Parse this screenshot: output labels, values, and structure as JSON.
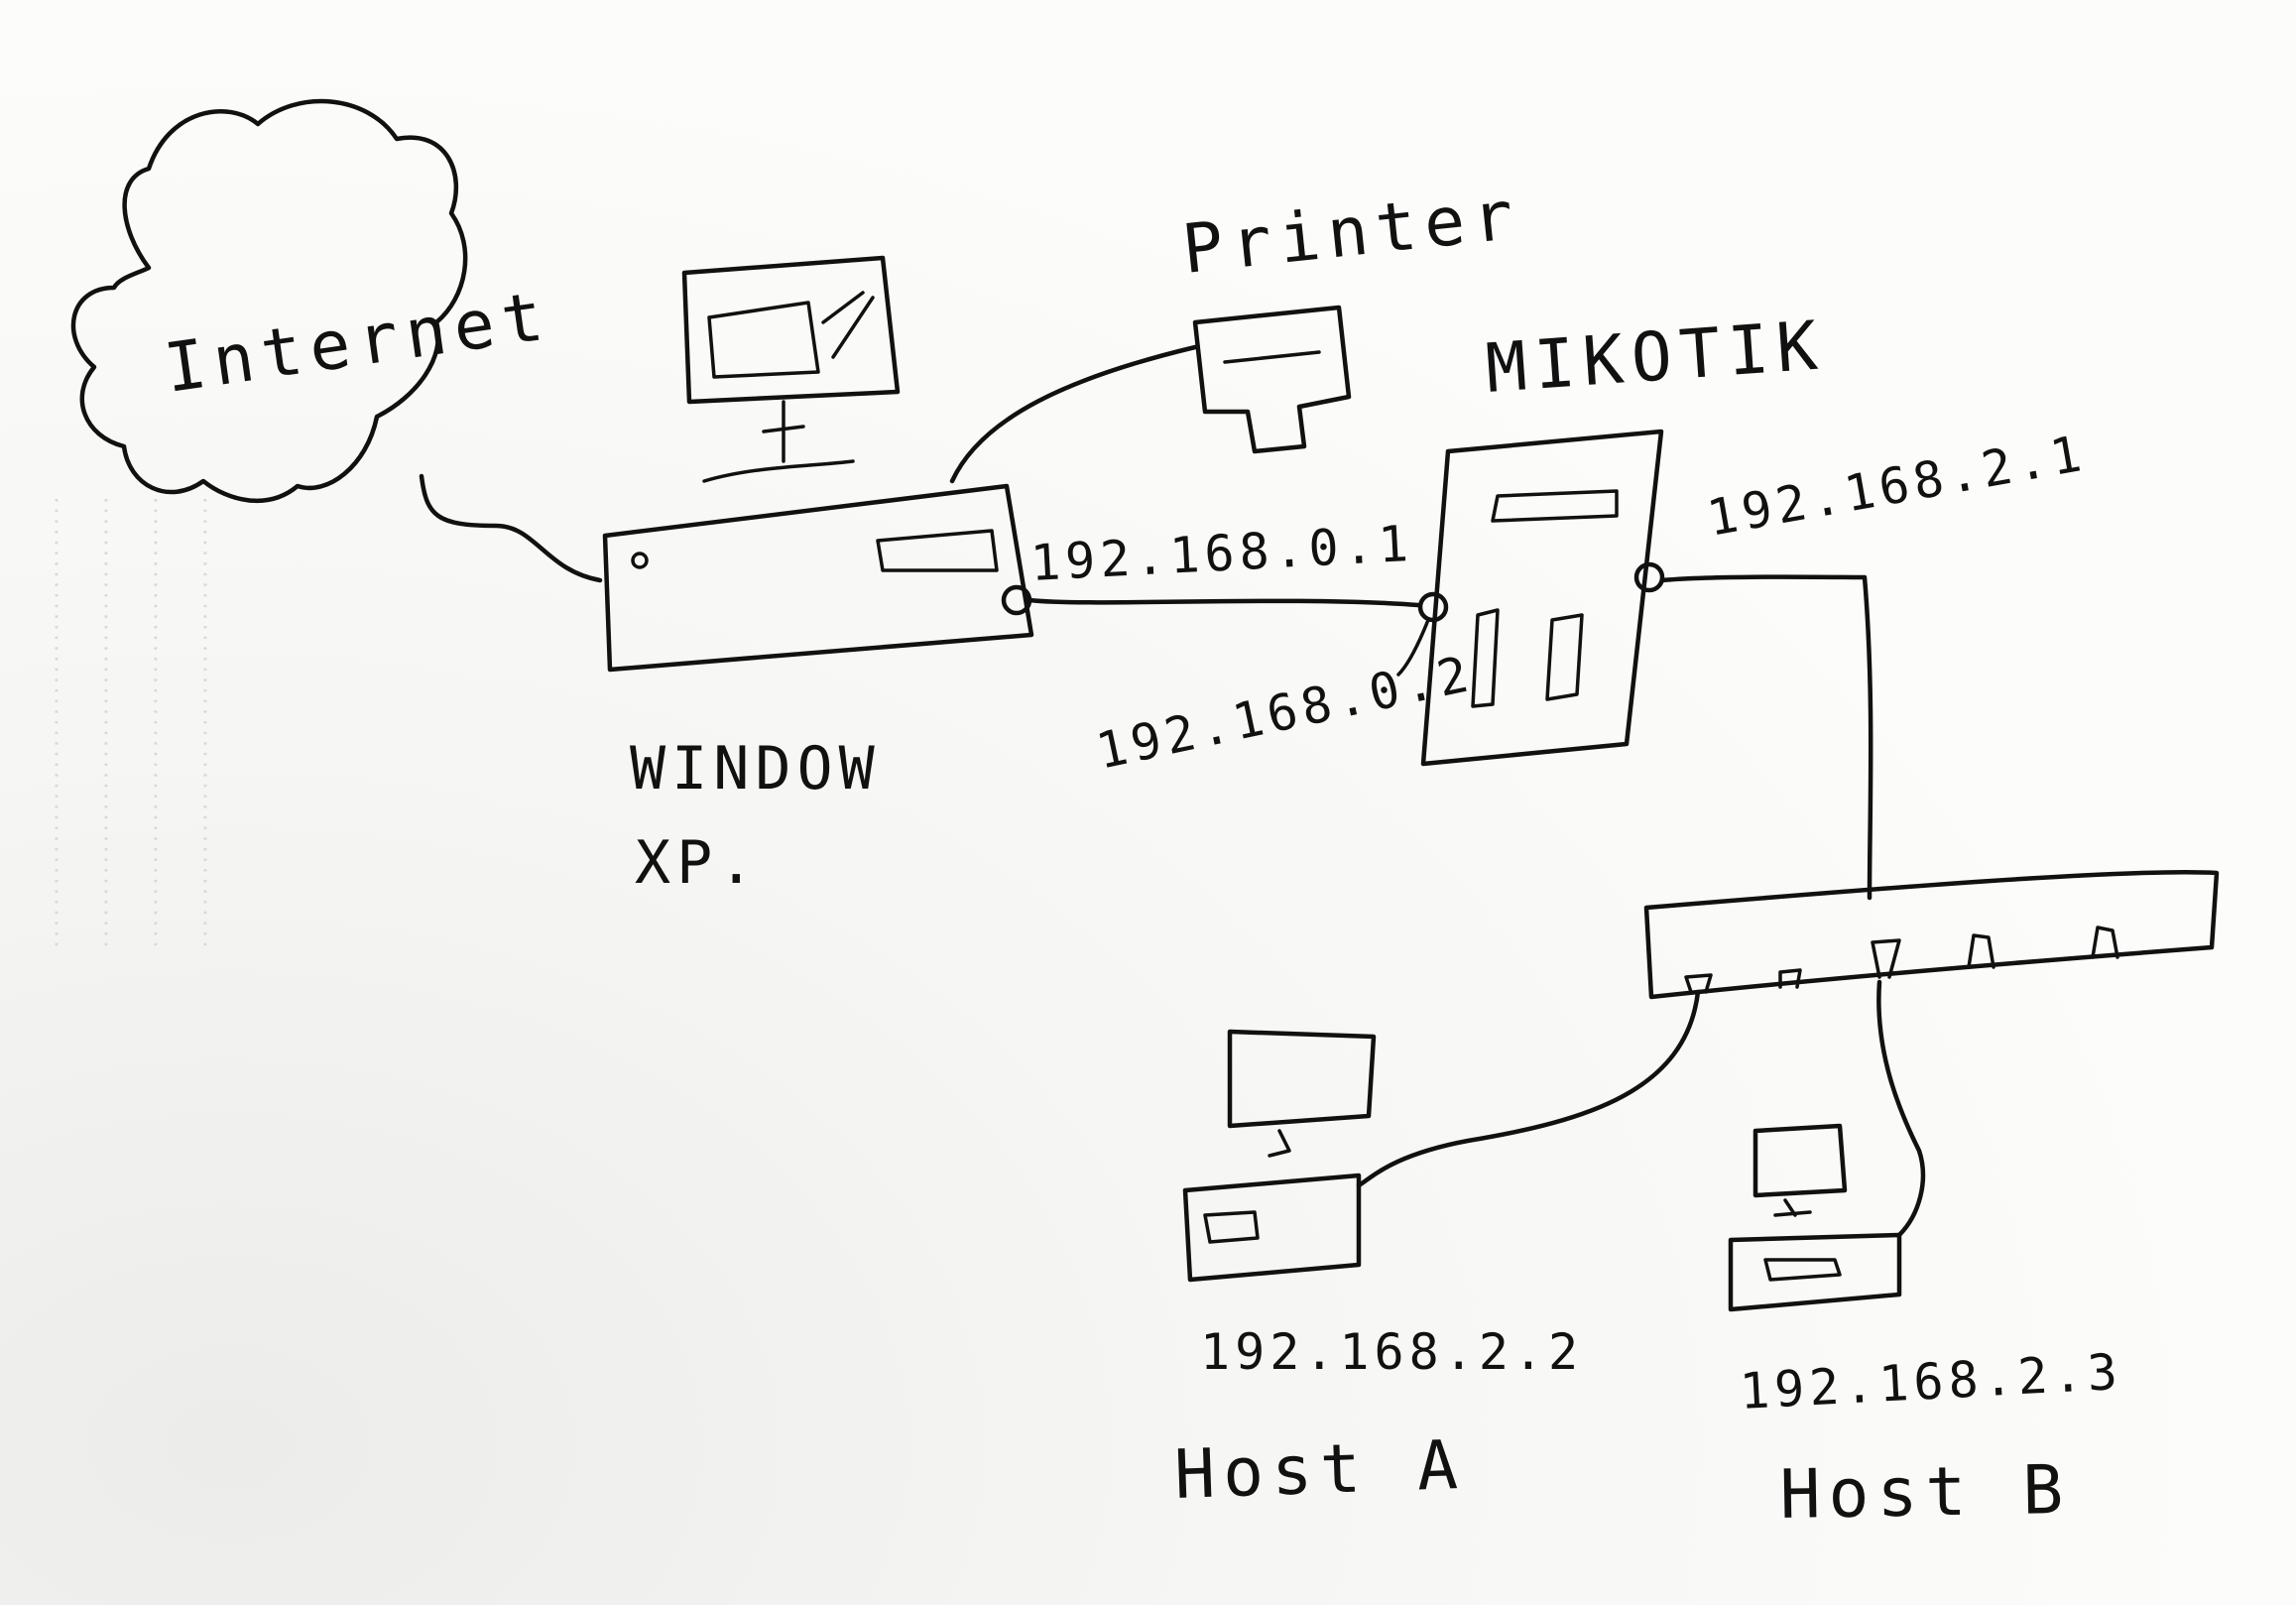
{
  "labels": {
    "internet": "Internet",
    "printer": "Printer",
    "router": "MIKOTIK",
    "windows_pc_line1": "WINDOW",
    "windows_pc_line2": "XP.",
    "ip_windows": "192.168.0.1",
    "ip_router_wan": "192.168.0.2",
    "ip_router_lan": "192.168.2.1",
    "ip_host_a": "192.168.2.2",
    "host_a": "Host A",
    "ip_host_b": "192.168.2.3",
    "host_b": "Host B"
  },
  "colors": {
    "ink": "#111111",
    "paper": "#fbfbf9"
  }
}
